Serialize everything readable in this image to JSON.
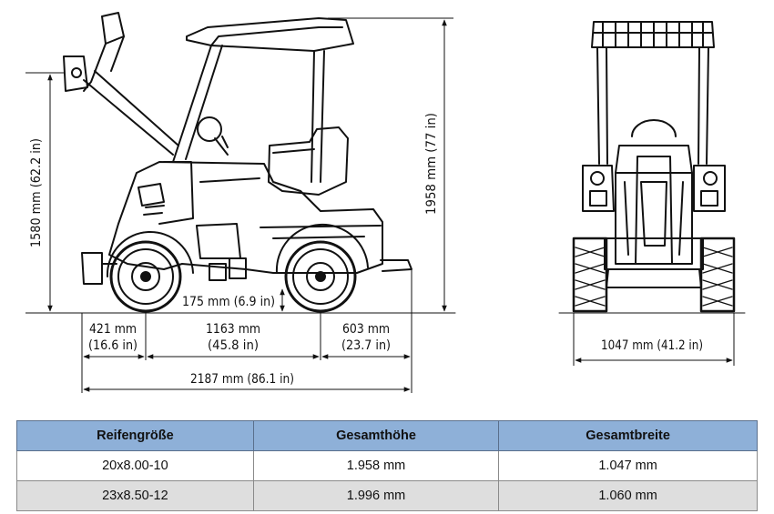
{
  "dimensions": {
    "height_roof_front": "1580 mm (62.2 in)",
    "height_total": "1958 mm (77 in)",
    "ground_clearance": "175 mm (6.9 in)",
    "front_overhang_mm": "421 mm",
    "front_overhang_in": "(16.6 in)",
    "wheelbase_mm": "1163 mm",
    "wheelbase_in": "(45.8 in)",
    "rear_overhang_mm": "603 mm",
    "rear_overhang_in": "(23.7 in)",
    "total_length": "2187 mm (86.1 in)",
    "total_width": "1047 mm (41.2 in)"
  },
  "table": {
    "headers": [
      "Reifengröße",
      "Gesamthöhe",
      "Gesamtbreite"
    ],
    "rows": [
      [
        "20x8.00-10",
        "1.958 mm",
        "1.047 mm"
      ],
      [
        "23x8.50-12",
        "1.996 mm",
        "1.060 mm"
      ]
    ]
  }
}
